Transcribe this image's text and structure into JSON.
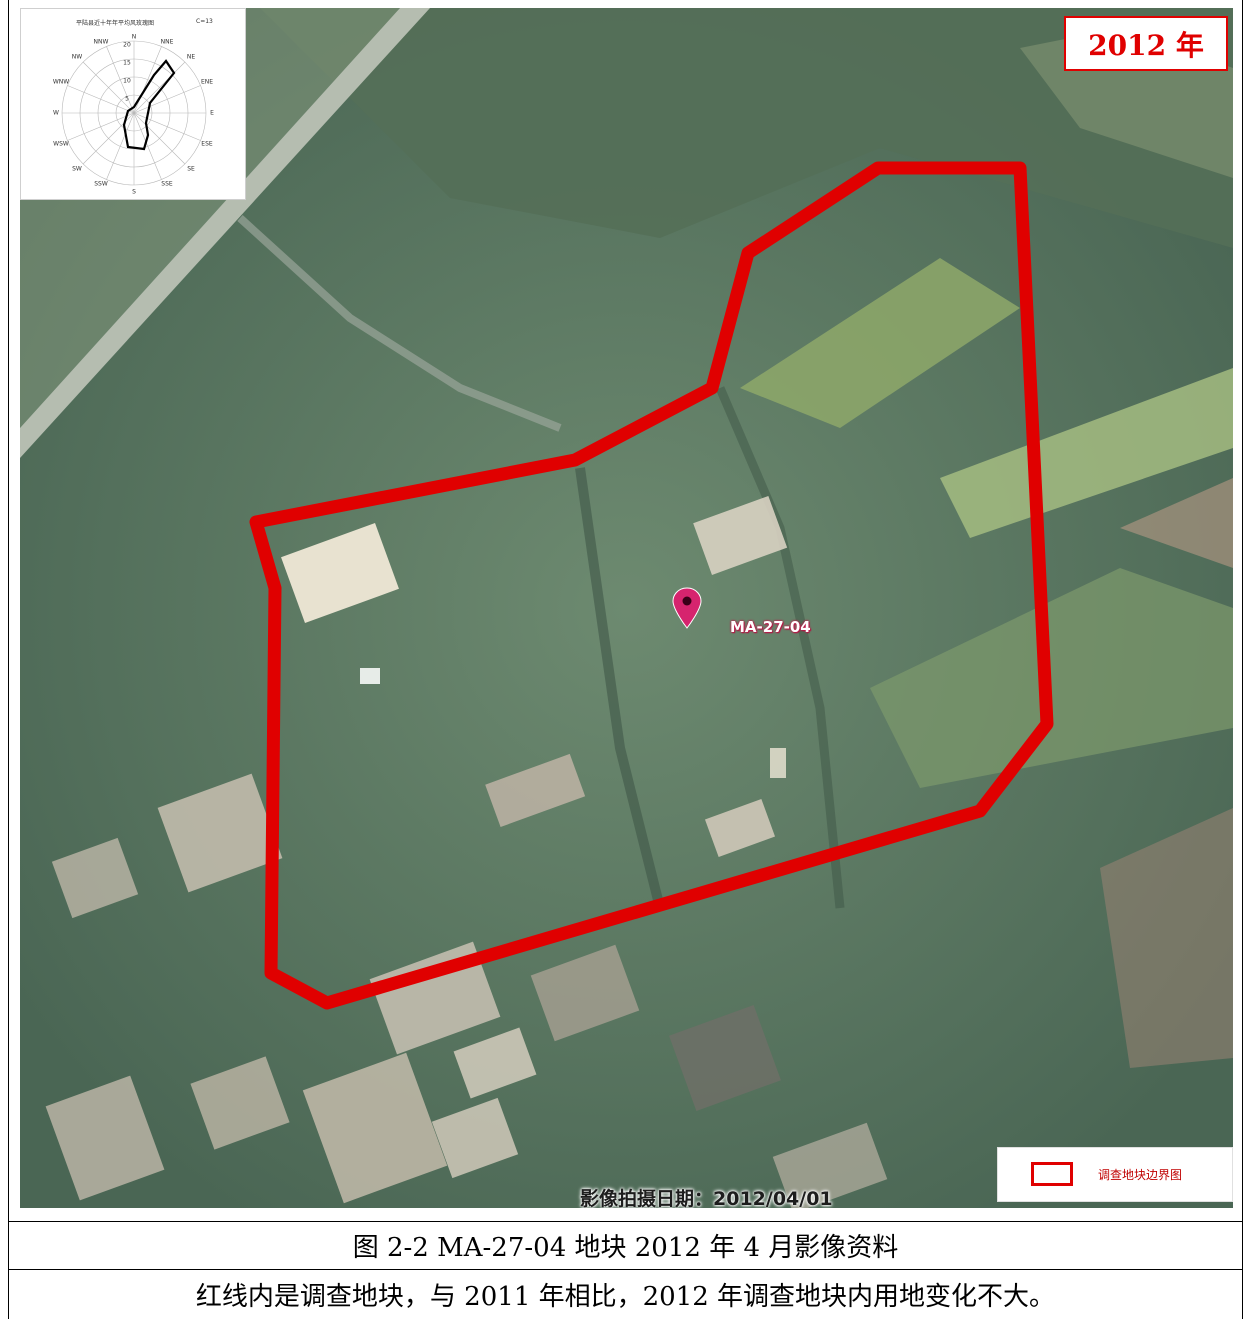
{
  "map": {
    "year_label": "2012 年",
    "marker_label": "MA-27-04",
    "capture_date_stamp": "影像拍摄日期：2012/04/01",
    "legend_label": "调查地块边界图",
    "boundary_color": "#e00000",
    "icons": [
      "map-pin-icon",
      "wind-rose-icon"
    ]
  },
  "wind_rose": {
    "title": "平陆县近十年年平均风玫瑰图",
    "note": "C=13",
    "directions": [
      "N",
      "NNE",
      "NE",
      "ENE",
      "E",
      "ESE",
      "SE",
      "SSE",
      "S",
      "SSW",
      "SW",
      "WSW",
      "W",
      "WNW",
      "NW",
      "NNW"
    ],
    "ring_labels": [
      "20",
      "15",
      "10",
      "5"
    ]
  },
  "caption": "图 2-2 MA-27-04 地块 2012 年 4 月影像资料",
  "description": "红线内是调查地块，与 2011 年相比，2012 年调查地块内用地变化不大。"
}
